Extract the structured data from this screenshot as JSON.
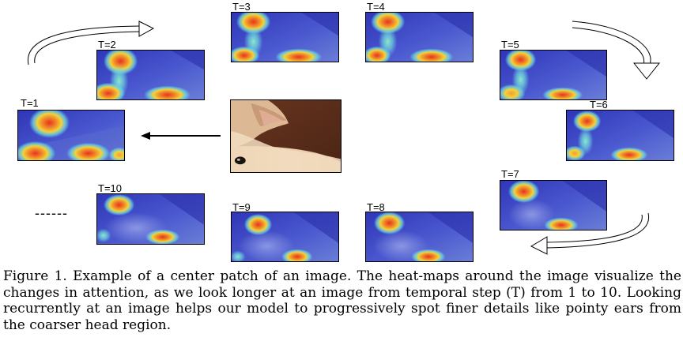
{
  "figure": {
    "steps": [
      {
        "label": "T=1"
      },
      {
        "label": "T=2"
      },
      {
        "label": "T=3"
      },
      {
        "label": "T=4"
      },
      {
        "label": "T=5"
      },
      {
        "label": "T=6"
      },
      {
        "label": "T=7"
      },
      {
        "label": "T=8"
      },
      {
        "label": "T=9"
      },
      {
        "label": "T=10"
      }
    ],
    "continuation": "------",
    "caption": "Figure 1. Example of a center patch of an image. The heat-maps around the image visualize the changes in attention, as we look longer at an image from temporal step (T) from 1 to 10. Looking recurrently at an image helps our model to progressively spot finer details like pointy ears from the coarser head region."
  },
  "colors": {
    "heatmap_base": "#3a3fc8",
    "heatmap_mid": "#5c6fd8",
    "hot_red": "#e8321e",
    "hot_yellow": "#f2d23a",
    "cool_cyan": "#6fd8e0",
    "patch_wall": "#5a2e1c",
    "patch_fur": "#e8c8a4"
  }
}
